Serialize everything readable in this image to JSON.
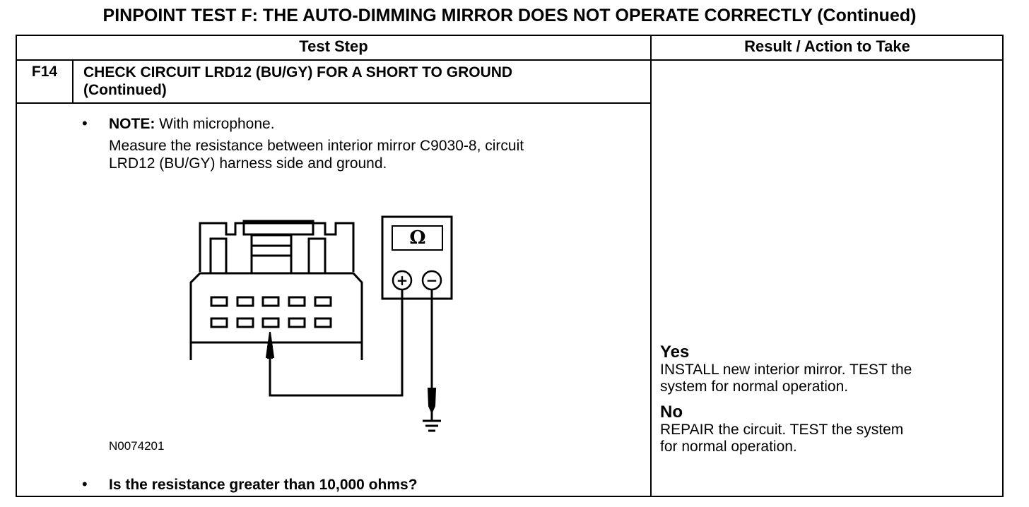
{
  "title": "PINPOINT TEST  F: THE AUTO-DIMMING MIRROR DOES NOT OPERATE CORRECTLY (Continued)",
  "columns": {
    "test_step": "Test Step",
    "result": "Result / Action to Take"
  },
  "step": {
    "id": "F14",
    "title_line1": "CHECK CIRCUIT LRD12 (BU/GY) FOR A SHORT TO GROUND",
    "title_line2": "(Continued)",
    "bullet_glyph": "•",
    "note_label": "NOTE:",
    "note_text": " With microphone.",
    "instruction_line1": "Measure the resistance between interior mirror C9030-8, circuit",
    "instruction_line2": "LRD12 (BU/GY) harness side and ground.",
    "figure_id": "N0074201",
    "question": "Is the resistance greater than 10,000 ohms?"
  },
  "meter": {
    "display_symbol": "Ω",
    "positive_symbol": "+",
    "negative_symbol": "−"
  },
  "results": [
    {
      "answer": "Yes",
      "line1": "INSTALL new interior mirror. TEST the",
      "line2": "system for normal operation."
    },
    {
      "answer": "No",
      "line1": "REPAIR the circuit. TEST the system",
      "line2": "for normal operation."
    }
  ],
  "colors": {
    "ink": "#000000",
    "paper": "#ffffff"
  }
}
